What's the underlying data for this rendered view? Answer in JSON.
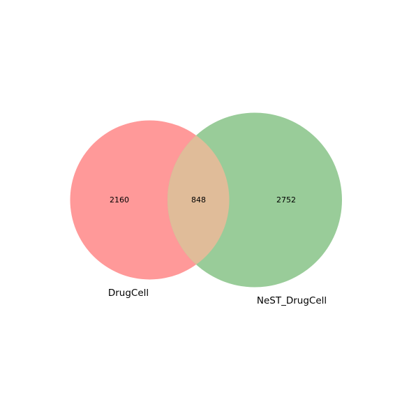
{
  "venn": {
    "sets": [
      {
        "name": "DrugCell",
        "color": "#ff9999"
      },
      {
        "name": "NeST_DrugCell",
        "color": "#99cc99"
      }
    ],
    "intersection_color": "#e0bc99",
    "regions": {
      "only_a": "2160",
      "both": "848",
      "only_b": "2752"
    }
  }
}
